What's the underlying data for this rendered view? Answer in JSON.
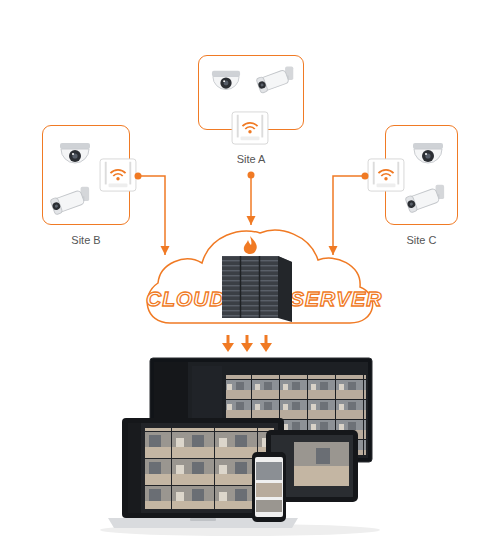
{
  "diagram": {
    "nodes": [
      {
        "text": [
          "Site A"
        ]
      },
      {
        "text": [
          "Site B"
        ]
      },
      {
        "text": [
          "Site C"
        ]
      },
      {
        "text": [
          "CLOUD",
          "SERVER"
        ]
      }
    ],
    "edges": [
      {
        "from": 0,
        "to": 3,
        "arrow": "to"
      },
      {
        "from": 1,
        "to": 3,
        "arrow": "to"
      },
      {
        "from": 2,
        "to": 3,
        "arrow": "to"
      }
    ]
  }
}
